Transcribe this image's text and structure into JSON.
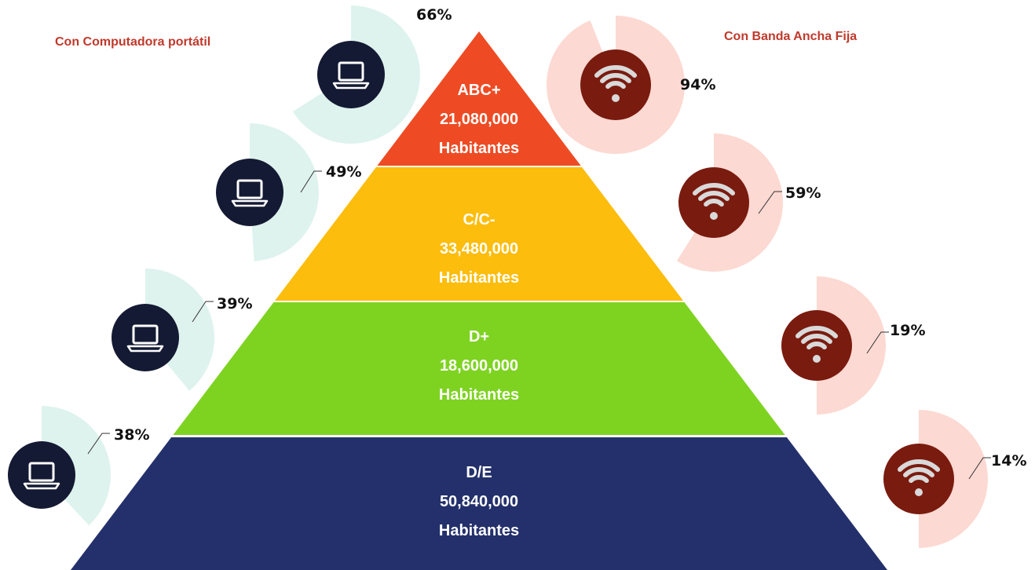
{
  "legend": {
    "laptop": "Con Computadora portátil",
    "broadband": "Con Banda Ancha Fija"
  },
  "levels": [
    {
      "label": "ABC+",
      "population": "21,080,000",
      "unit": "Habitantes",
      "color": "#ee4b24",
      "laptop_pct": "66%",
      "laptop_value": 66,
      "broadband_pct": "94%",
      "broadband_value": 94
    },
    {
      "label": "C/C-",
      "population": "33,480,000",
      "unit": "Habitantes",
      "color": "#fdbd0c",
      "laptop_pct": "49%",
      "laptop_value": 49,
      "broadband_pct": "59%",
      "broadband_value": 59
    },
    {
      "label": "D+",
      "population": "18,600,000",
      "unit": "Habitantes",
      "color": "#7ed321",
      "laptop_pct": "39%",
      "laptop_value": 39,
      "broadband_pct": "19%",
      "broadband_value": 19
    },
    {
      "label": "D/E",
      "population": "50,840,000",
      "unit": "Habitantes",
      "color": "#23306b",
      "laptop_pct": "38%",
      "laptop_value": 38,
      "broadband_pct": "14%",
      "broadband_value": 14
    }
  ],
  "colors": {
    "laptop_ring": "#dff3ee",
    "laptop_icon_bg": "#141a33",
    "broadband_ring": "#fcd9d2",
    "broadband_icon_bg": "#7a1b0f",
    "legend_text": "#c0392b"
  },
  "icons": {
    "laptop": "laptop-icon",
    "broadband": "wifi-icon"
  }
}
